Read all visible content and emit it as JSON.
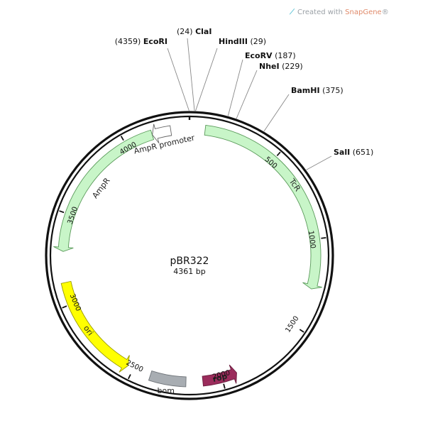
{
  "attribution": {
    "prefix": "Created with ",
    "brand": "SnapGene",
    "suffix": "®"
  },
  "plasmid": {
    "name": "pBR322",
    "length_label": "4361 bp",
    "length": 4361
  },
  "sites": [
    {
      "name": "EcoRI",
      "position": 4359,
      "position_label": "(4359)",
      "label_side": "left"
    },
    {
      "name": "ClaI",
      "position": 24,
      "position_label": "(24)",
      "label_side": "left"
    },
    {
      "name": "HindIII",
      "position": 29,
      "position_label": "(29)",
      "label_side": "right"
    },
    {
      "name": "EcoRV",
      "position": 187,
      "position_label": "(187)",
      "label_side": "right"
    },
    {
      "name": "NheI",
      "position": 229,
      "position_label": "(229)",
      "label_side": "right"
    },
    {
      "name": "BamHI",
      "position": 375,
      "position_label": "(375)",
      "label_side": "right"
    },
    {
      "name": "SalI",
      "position": 651,
      "position_label": "(651)",
      "label_side": "right"
    }
  ],
  "ticks": [
    "500",
    "1000",
    "1500",
    "2000",
    "2500",
    "3000",
    "3500",
    "4000"
  ],
  "features": [
    {
      "name": "TcR",
      "start": 86,
      "end": 1276,
      "direction": "forward",
      "color": "#c8f5c8",
      "stroke": "#5a9a5a",
      "text_color": "#222222"
    },
    {
      "name": "rop",
      "start": 1915,
      "end": 2107,
      "direction": "reverse",
      "color": "#9b2c5c",
      "stroke": "#6b1d3e",
      "text_color": "#ffffff"
    },
    {
      "name": "bom",
      "start": 2200,
      "end": 2400,
      "direction": "none",
      "color": "#a8adb2",
      "stroke": "#6f7479",
      "text_color": "#222222"
    },
    {
      "name": "ori",
      "start": 2534,
      "end": 3122,
      "direction": "reverse",
      "color": "#ffff00",
      "stroke": "#9a9a00",
      "text_color": "#222222"
    },
    {
      "name": "AmpR",
      "start": 3293,
      "end": 4153,
      "direction": "reverse",
      "color": "#c8f5c8",
      "stroke": "#5a9a5a",
      "text_color": "#222222"
    },
    {
      "name": "AmpR promoter",
      "start": 4154,
      "end": 4258,
      "direction": "reverse",
      "color": "#ffffff",
      "stroke": "#666666",
      "text_color": "#222222"
    }
  ]
}
